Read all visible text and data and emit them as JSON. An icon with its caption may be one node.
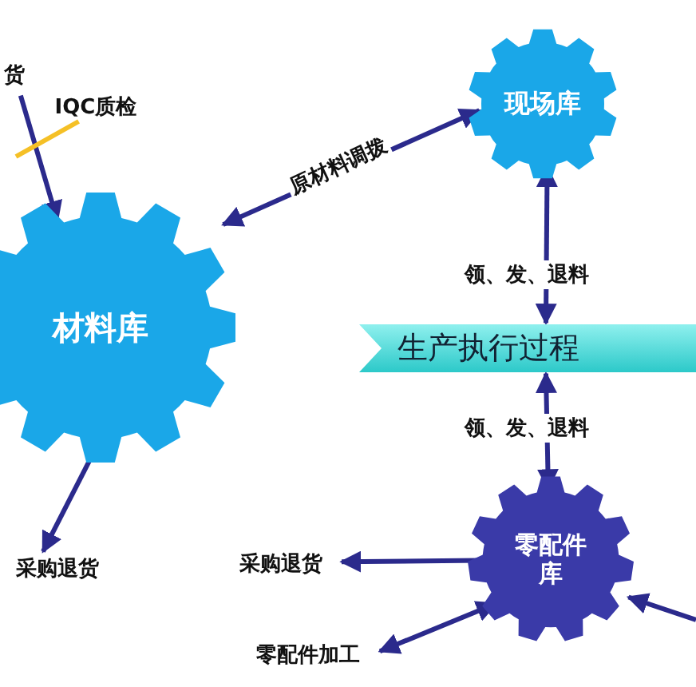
{
  "diagram": {
    "nodes": [
      {
        "text": [
          "货"
        ]
      },
      {
        "text": [
          "IQC质检"
        ]
      },
      {
        "text": [
          "材料库"
        ]
      },
      {
        "text": [
          "现场库"
        ]
      },
      {
        "text": [
          "生产执行过程"
        ]
      },
      {
        "text": [
          "零配件库"
        ]
      },
      {
        "text": [
          "采购退货"
        ]
      },
      {
        "text": [
          "采购退货"
        ]
      },
      {
        "text": [
          "零配件加工"
        ]
      }
    ],
    "edges": [
      {
        "from": 0,
        "to": 2,
        "arrow": "to"
      },
      {
        "from": 1,
        "to": null,
        "arrow": "none",
        "color": "#f5c026"
      },
      {
        "from": 3,
        "to": 2,
        "arrow": "both",
        "label": "原材料调拨"
      },
      {
        "from": 3,
        "to": 4,
        "arrow": "both",
        "label": "领、发、退料"
      },
      {
        "from": 4,
        "to": 5,
        "arrow": "both",
        "label": "领、发、退料"
      },
      {
        "from": 2,
        "to": 6,
        "arrow": "to"
      },
      {
        "from": 5,
        "to": 7,
        "arrow": "to"
      },
      {
        "from": 5,
        "to": 8,
        "arrow": "both"
      },
      {
        "from": null,
        "to": 5,
        "arrow": "to"
      }
    ]
  }
}
